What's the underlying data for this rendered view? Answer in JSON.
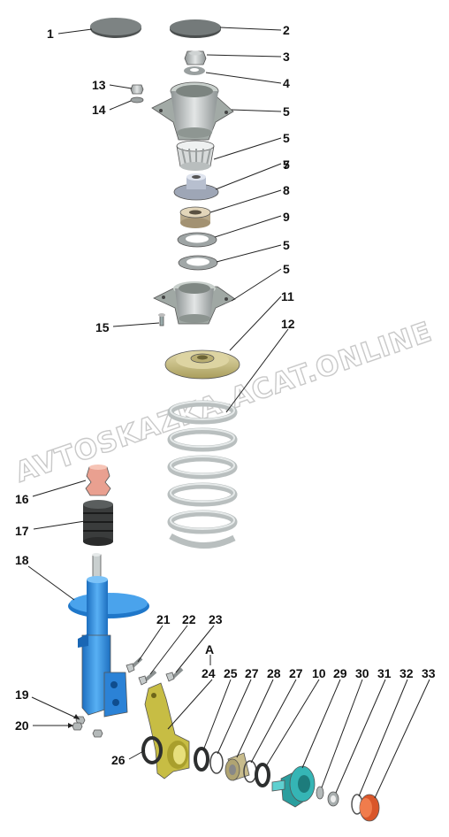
{
  "diagram": {
    "watermark": "AVTOSKAZKA.ACAT.ONLINE",
    "callout_letter": "A",
    "labels": [
      "1",
      "2",
      "3",
      "4",
      "5",
      "5",
      "5",
      "7",
      "8",
      "9",
      "5",
      "5",
      "11",
      "12",
      "13",
      "14",
      "15",
      "16",
      "17",
      "18",
      "19",
      "20",
      "21",
      "22",
      "23",
      "24",
      "25",
      "27",
      "28",
      "27",
      "10",
      "29",
      "30",
      "31",
      "32",
      "33",
      "26"
    ]
  },
  "colors": {
    "steel": "#bfc4c4",
    "strut_blue": "#2e8fe0",
    "bump_stop_pink": "#e9a090",
    "boot_dark": "#3a3c3c",
    "knuckle_yellow": "#c7bd44",
    "hub_teal": "#35b5b5",
    "nut_orange": "#d9562a",
    "bearing_tan": "#d8c8a8",
    "spring_seat_olive": "#cfc58e"
  }
}
